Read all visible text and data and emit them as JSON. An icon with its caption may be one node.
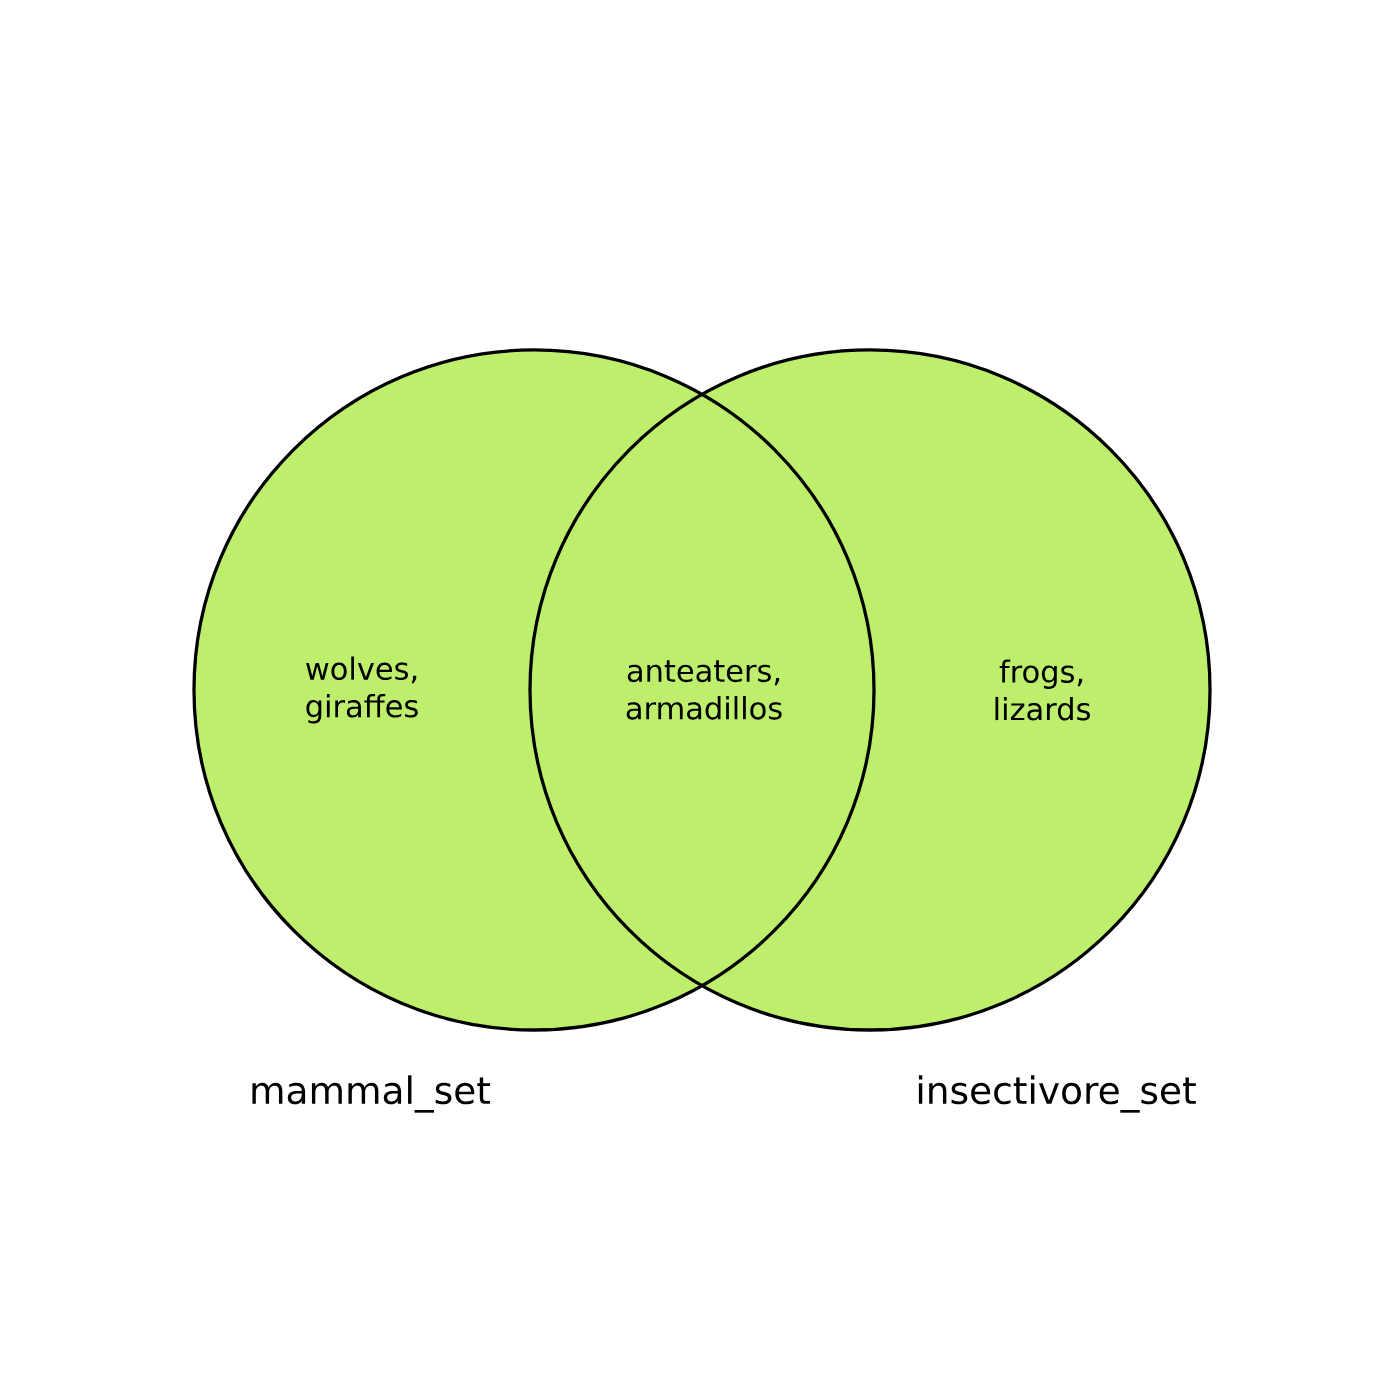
{
  "diagram": {
    "nodes": [
      {
        "text": [
          "wolves, giraffes"
        ],
        "beside": [
          "mammal_set"
        ]
      },
      {
        "text": [
          "frogs, lizards"
        ],
        "beside": [
          "insectivore_set"
        ]
      }
    ],
    "labels": [
      "anteaters, armadillos"
    ]
  }
}
